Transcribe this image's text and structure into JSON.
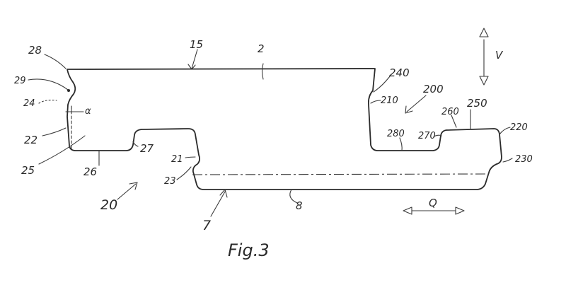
{
  "labels": {
    "l28": "28",
    "l15": "15",
    "l2": "2",
    "l240": "240",
    "l29": "29",
    "l200": "200",
    "l210": "210",
    "l24": "24",
    "lalpha": "α",
    "l250": "250",
    "l260": "260",
    "l220": "220",
    "l22": "22",
    "l280": "280",
    "l270": "270",
    "l27": "27",
    "l21": "21",
    "l230": "230",
    "l25": "25",
    "l26": "26",
    "l23": "23",
    "l20": "20",
    "l8": "8",
    "l7": "7",
    "lV": "V",
    "lQ": "Q"
  },
  "caption": "Fig.3"
}
